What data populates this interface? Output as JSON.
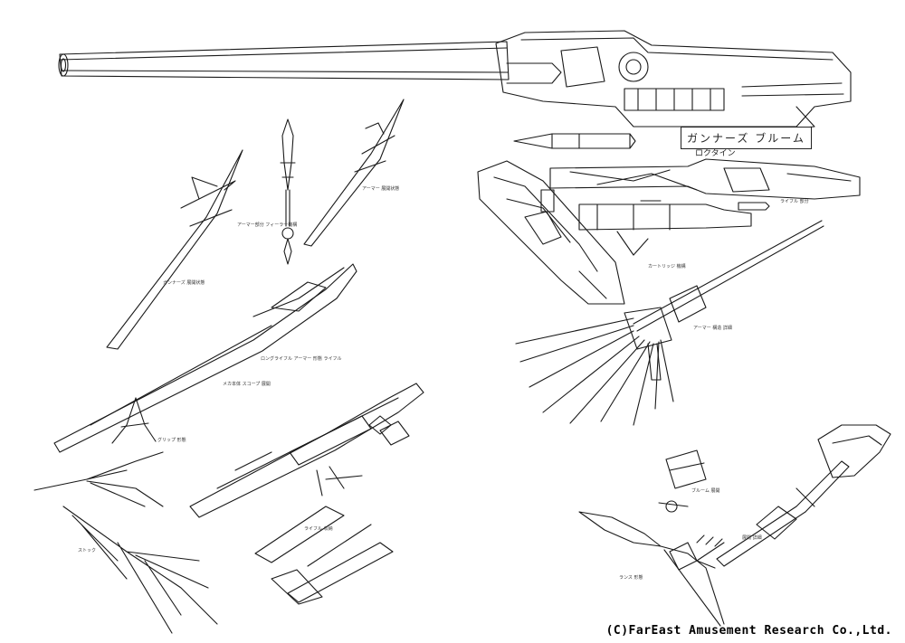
{
  "sheet": {
    "title": "ガンナーズ ブルーム",
    "subtitle": "ロクタイン",
    "copyright": "(C)FarEast Amusement Research Co.,Ltd."
  },
  "notes": [
    "アーマー部分 フィーラー機構",
    "アーマー 展開状態",
    "ロングライフル アーマー 形態 ライフル",
    "メカ本体 スコープ 展開",
    "ガンナーズ 展開状態",
    "ライフル 部分",
    "カートリッジ 機構",
    "アーマー 構造 詳細",
    "グリップ 形態",
    "ブルーム 展開",
    "展開 詳細",
    "ストック",
    "ライフル 収納",
    "ランス 形態"
  ]
}
